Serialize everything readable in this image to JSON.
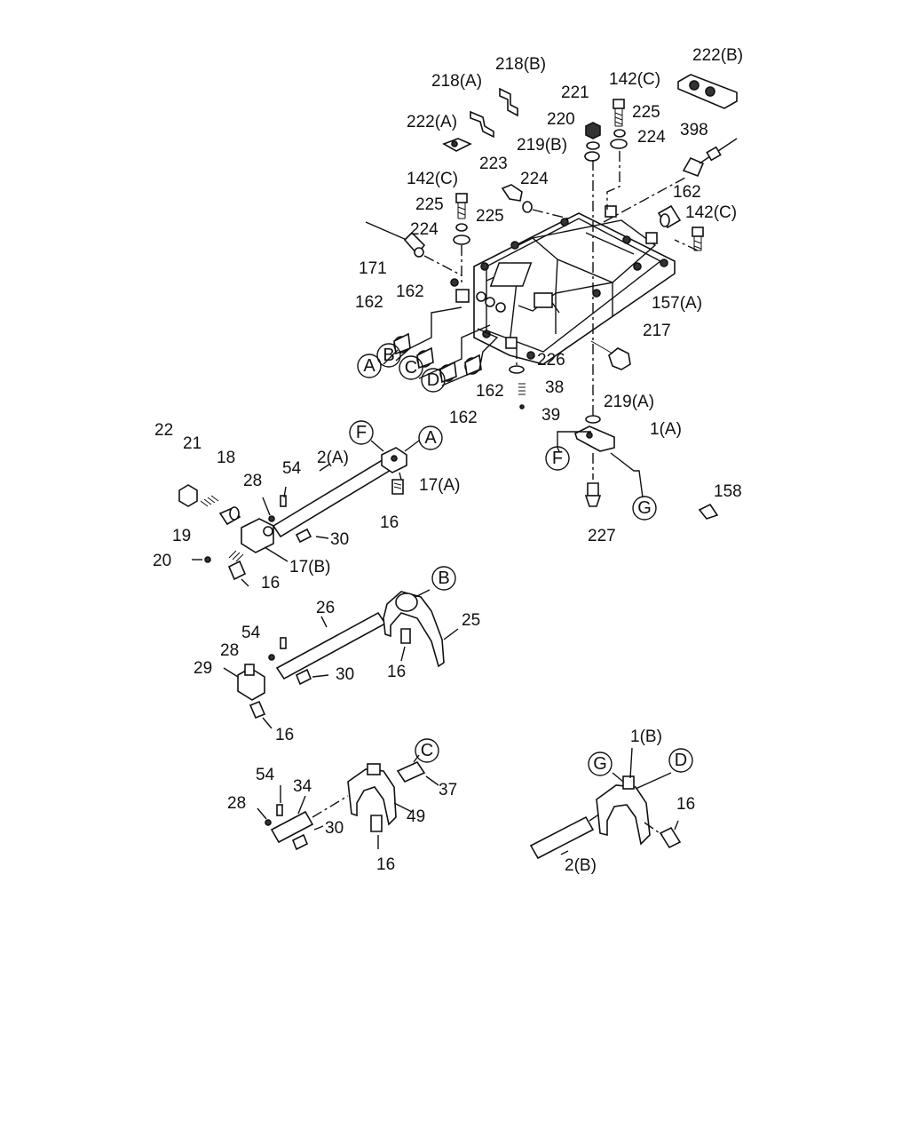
{
  "diagram": {
    "part_labels": [
      "218(B)",
      "218(A)",
      "222(B)",
      "222(A)",
      "221",
      "142(C)",
      "225",
      "220",
      "224",
      "219(B)",
      "398",
      "223",
      "142(C)",
      "224",
      "225",
      "225",
      "162",
      "142(C)",
      "224",
      "171",
      "162",
      "162",
      "157(A)",
      "217",
      "226",
      "162",
      "38",
      "162",
      "39",
      "219(A)",
      "1(A)",
      "22",
      "21",
      "18",
      "2(A)",
      "17(A)",
      "28",
      "54",
      "16",
      "30",
      "17(B)",
      "19",
      "20",
      "16",
      "227",
      "158",
      "26",
      "25",
      "54",
      "28",
      "29",
      "30",
      "16",
      "16",
      "54",
      "34",
      "28",
      "30",
      "37",
      "49",
      "16",
      "1(B)",
      "16",
      "2(B)"
    ],
    "reference_letters": [
      "A",
      "B",
      "C",
      "D",
      "F",
      "A",
      "F",
      "G",
      "B",
      "C",
      "G",
      "D"
    ]
  }
}
